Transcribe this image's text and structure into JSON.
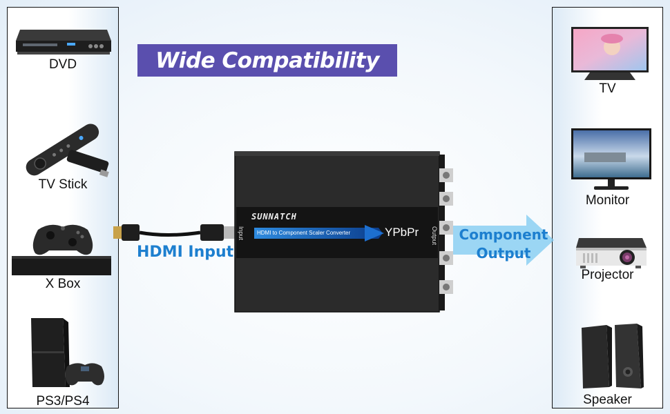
{
  "title": "Wide Compatibility",
  "input_label": "HDMI Input",
  "output_label_line1": "Component",
  "output_label_line2": "Output",
  "converter": {
    "brand": "SUNNATCH",
    "strip_text": "HDMI to Component Scaler Converter",
    "format_text": "YPbPr",
    "input_port": "Input",
    "output_port": "Output"
  },
  "source_devices": [
    "DVD",
    "TV Stick",
    "X Box",
    "PS3/PS4"
  ],
  "display_devices": [
    "TV",
    "Monitor",
    "Projector",
    "Speaker"
  ],
  "colors": {
    "banner": "#5a4fae",
    "accent": "#1d7fcf",
    "arrow": "#7ccaf0"
  }
}
